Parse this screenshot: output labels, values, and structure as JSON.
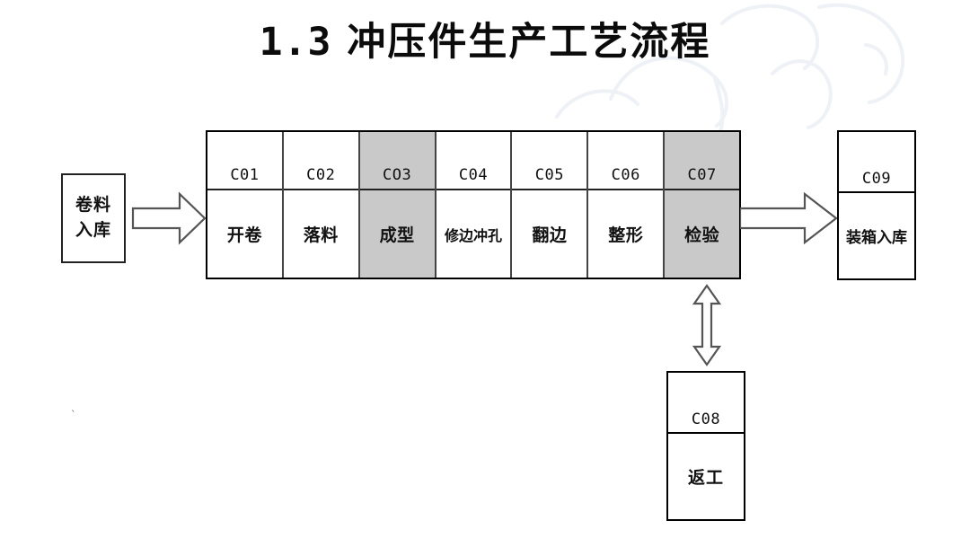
{
  "page": {
    "title_number": "1.3",
    "title_text": "冲压件生产工艺流程",
    "background_color": "#ffffff",
    "ink_color": "#111111",
    "shaded_cell_color": "#c9c9c9",
    "stray_mark": "`"
  },
  "flow": {
    "input": {
      "label_line1": "卷料",
      "label_line2": "入库"
    },
    "stages": [
      {
        "code": "C01",
        "name": "开卷",
        "highlighted": false
      },
      {
        "code": "C02",
        "name": "落料",
        "highlighted": false
      },
      {
        "code": "CO3",
        "name": "成型",
        "highlighted": true
      },
      {
        "code": "C04",
        "name": "修边冲孔",
        "highlighted": false
      },
      {
        "code": "C05",
        "name": "翻边",
        "highlighted": false
      },
      {
        "code": "C06",
        "name": "整形",
        "highlighted": false
      },
      {
        "code": "C07",
        "name": "检验",
        "highlighted": true
      }
    ],
    "rework": {
      "code": "C08",
      "name": "返工"
    },
    "output": {
      "code": "C09",
      "name": "装箱入库"
    },
    "connectors": [
      {
        "id": "input-to-strip",
        "kind": "block-arrow-right",
        "from": "卷料入库",
        "to": "C01"
      },
      {
        "id": "strip-to-output",
        "kind": "block-arrow-right",
        "from": "C07",
        "to": "C09"
      },
      {
        "id": "inspect-rework",
        "kind": "block-arrow-bidirect",
        "from": "C07",
        "to": "C08"
      }
    ]
  }
}
